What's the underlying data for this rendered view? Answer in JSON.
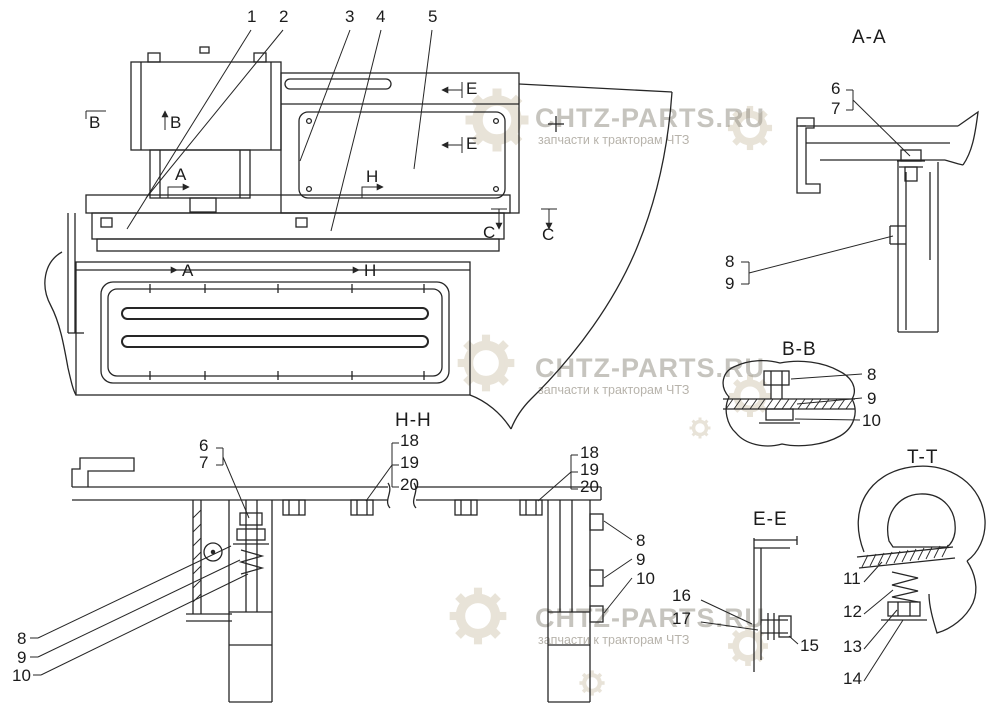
{
  "watermark": {
    "brand": "CHTZ-PARTS.RU",
    "subtitle": "запчасти к тракторам ЧТЗ"
  },
  "drawing": {
    "section_titles": {
      "aa": "A-A",
      "bb": "B-B",
      "tt": "T-T",
      "ee": "E-E",
      "hh": "H-H"
    },
    "cut_letters": {
      "a": "A",
      "b": "B",
      "c": "C",
      "e": "E",
      "h": "H"
    },
    "callouts": {
      "n1": "1",
      "n2": "2",
      "n3": "3",
      "n4": "4",
      "n5": "5",
      "n6": "6",
      "n7": "7",
      "n8": "8",
      "n9": "9",
      "n10": "10",
      "n11": "11",
      "n12": "12",
      "n13": "13",
      "n14": "14",
      "n15": "15",
      "n16": "16",
      "n17": "17",
      "n18": "18",
      "n19": "19",
      "n20": "20"
    }
  }
}
